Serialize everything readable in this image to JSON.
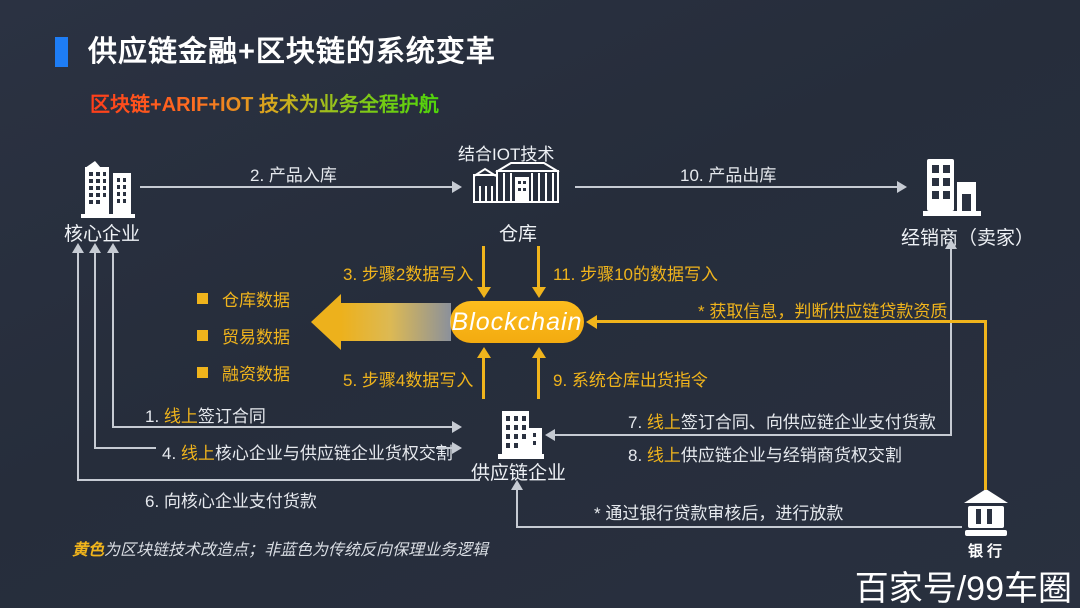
{
  "header": {
    "title": "供应链金融+区块链的系统变革",
    "subtitle": "区块链+ARIF+IOT 技术为业务全程护航"
  },
  "entities": {
    "core": "核心企业",
    "warehouse_note": "结合IOT技术",
    "warehouse": "仓库",
    "distributor": "经销商（卖家）",
    "supply": "供应链企业",
    "bank": "银行",
    "blockchain": "Blockchain"
  },
  "flows": {
    "s2": "2. 产品入库",
    "s10": "10. 产品出库",
    "s3": "3. 步骤2数据写入",
    "s11": "11. 步骤10的数据写入",
    "s5": "5. 步骤4数据写入",
    "s9": "9. 系统仓库出货指令",
    "credit": "* 获取信息，判断供应链贷款资质",
    "loan": "* 通过银行贷款审核后，进行放款",
    "s1": {
      "prefix": "1. ",
      "highlight": "线上",
      "rest": "签订合同"
    },
    "s4": {
      "prefix": "4. ",
      "highlight": "线上",
      "rest": "核心企业与供应链企业货权交割"
    },
    "s6": {
      "prefix": "6. ",
      "highlight": "",
      "rest": "向核心企业支付货款"
    },
    "s7": {
      "prefix": "7. ",
      "highlight": "线上",
      "rest": "签订合同、向供应链企业支付货款"
    },
    "s8": {
      "prefix": "8. ",
      "highlight": "线上",
      "rest": "供应链企业与经销商货权交割"
    }
  },
  "data_list": [
    "仓库数据",
    "贸易数据",
    "融资数据"
  ],
  "footnote": {
    "highlight": "黄色",
    "rest": "为区块链技术改造点；非蓝色为传统反向保理业务逻辑"
  },
  "watermark": "百家号/99车圈",
  "colors": {
    "accent_blue": "#1e7df5",
    "accent_yellow": "#f0b41c",
    "line_gray": "#c6cbd3",
    "blockchain_fill": "#f9b516",
    "background": "#283040"
  }
}
